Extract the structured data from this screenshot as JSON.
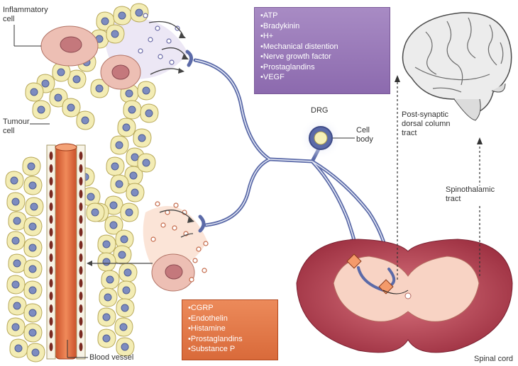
{
  "labels": {
    "inflammatory_cell": "Inflammatory\ncell",
    "tumour_cell": "Tumour\ncell",
    "blood_vessel": "Blood vessel",
    "drg": "DRG",
    "cell_body": "Cell\nbody",
    "post_synaptic": "Post-synaptic\ndorsal column\ntract",
    "spinothalamic": "Spinothalamic\ntract",
    "spinal_cord": "Spinal cord"
  },
  "tumour_mediators": [
    "ATP",
    "Bradykinin",
    "H+",
    "Mechanical distention",
    "Nerve growth factor",
    "Prostaglandins",
    "VEGF"
  ],
  "nerve_mediators": [
    "CGRP",
    "Endothelin",
    "Histamine",
    "Prostaglandins",
    "Substance P"
  ],
  "colors": {
    "nerve": "#5b6aa8",
    "tumour_cell_fill": "#f3ecb4",
    "tumour_cell_stroke": "#b8a95a",
    "nucleus": "#7d8cc0",
    "inflammatory_cell": "#e8b8ae",
    "vessel": "#e46f3c",
    "spinal_outer": "#a43a4a",
    "spinal_inner": "#f6cfc0",
    "purple_box": "#9b7dbb",
    "orange_box": "#e37a4a"
  }
}
